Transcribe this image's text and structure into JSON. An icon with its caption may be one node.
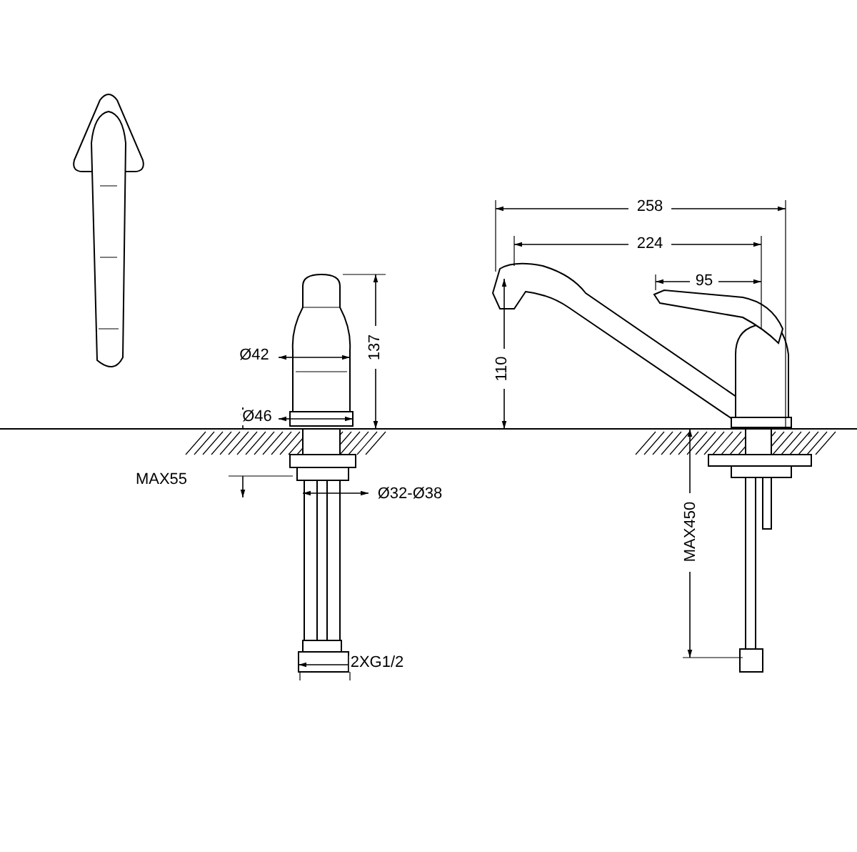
{
  "diagram": {
    "labels": [
      "258",
      "224",
      "95",
      "137",
      "Ø42",
      "110",
      "Ø46",
      "MAX55",
      "Ø32-Ø38",
      "MAX450",
      "2XG1/2"
    ]
  }
}
